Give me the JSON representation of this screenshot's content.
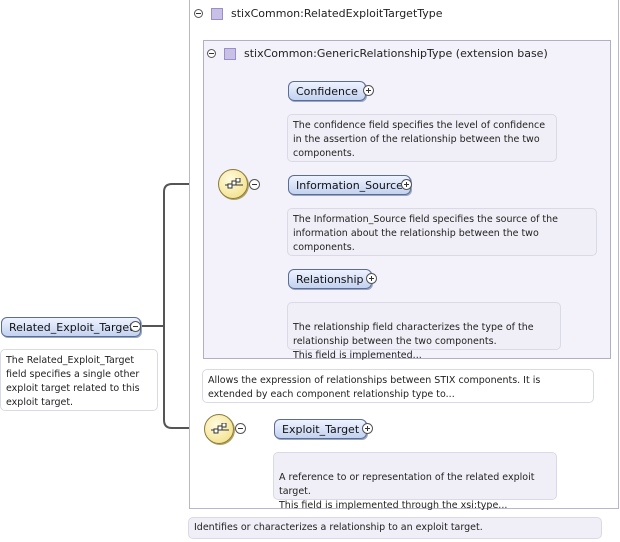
{
  "outer_type": {
    "name": "stixCommon:RelatedExploitTargetType"
  },
  "inner_type": {
    "name": "stixCommon:GenericRelationshipType (extension base)"
  },
  "root": {
    "label": "Related_Exploit_Target",
    "doc": "The Related_Exploit_Target field specifies a single other exploit target related to this exploit target."
  },
  "children": [
    {
      "label": "Confidence",
      "doc": "The confidence field specifies the level of confidence in the assertion of the relationship between the two components."
    },
    {
      "label": "Information_Source",
      "doc": "The Information_Source field specifies the source of the information about the relationship between the two components."
    },
    {
      "label": "Relationship",
      "doc": "The relationship field characterizes the type of the relationship between the two components.\nThis field is implemented..."
    }
  ],
  "inner_type_doc": "Allows the expression of relationships between STIX components. It is extended by each component relationship type to...",
  "exploit_target": {
    "label": "Exploit_Target",
    "doc": "A reference to or representation of the related exploit target.\nThis field is implemented through the xsi:type..."
  },
  "outer_type_doc": "Identifies or characterizes a relationship to an exploit target.",
  "icons": {
    "collapse": "collapse-icon",
    "expand": "expand-icon",
    "type": "complex-type-icon",
    "sequence": "sequence-compositor-icon"
  }
}
